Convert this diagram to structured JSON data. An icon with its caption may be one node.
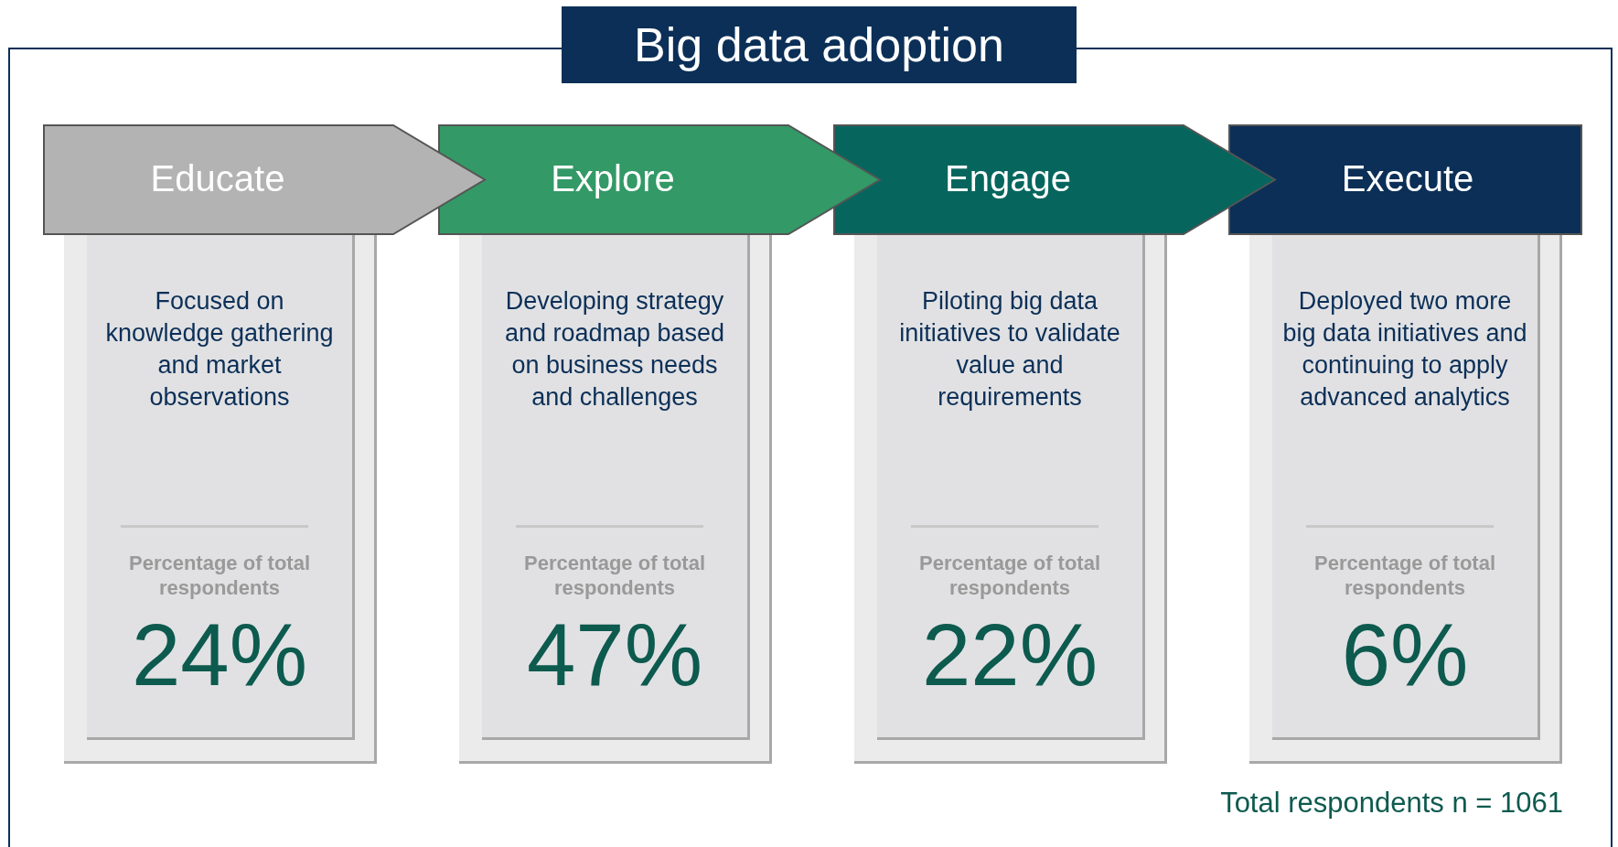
{
  "diagram": {
    "title": "Big data adoption",
    "nodes": [
      {
        "text": [
          "Educate"
        ]
      },
      {
        "text": [
          "Focused on knowledge gathering and market observations",
          "Percentage of total respondents",
          "24%"
        ]
      },
      {
        "text": [
          "Explore"
        ]
      },
      {
        "text": [
          "Developing strategy and roadmap based on business needs and challenges",
          "Percentage of total respondents",
          "47%"
        ]
      },
      {
        "text": [
          "Engage"
        ]
      },
      {
        "text": [
          "Piloting big data initiatives to validate value and requirements",
          "Percentage of total respondents",
          "22%"
        ]
      },
      {
        "text": [
          "Execute"
        ]
      },
      {
        "text": [
          "Deployed two more big data initiatives and continuing to apply advanced analytics",
          "Percentage of total respondents",
          "6%"
        ]
      }
    ],
    "labels": [
      "Total respondents n = 1061"
    ]
  }
}
